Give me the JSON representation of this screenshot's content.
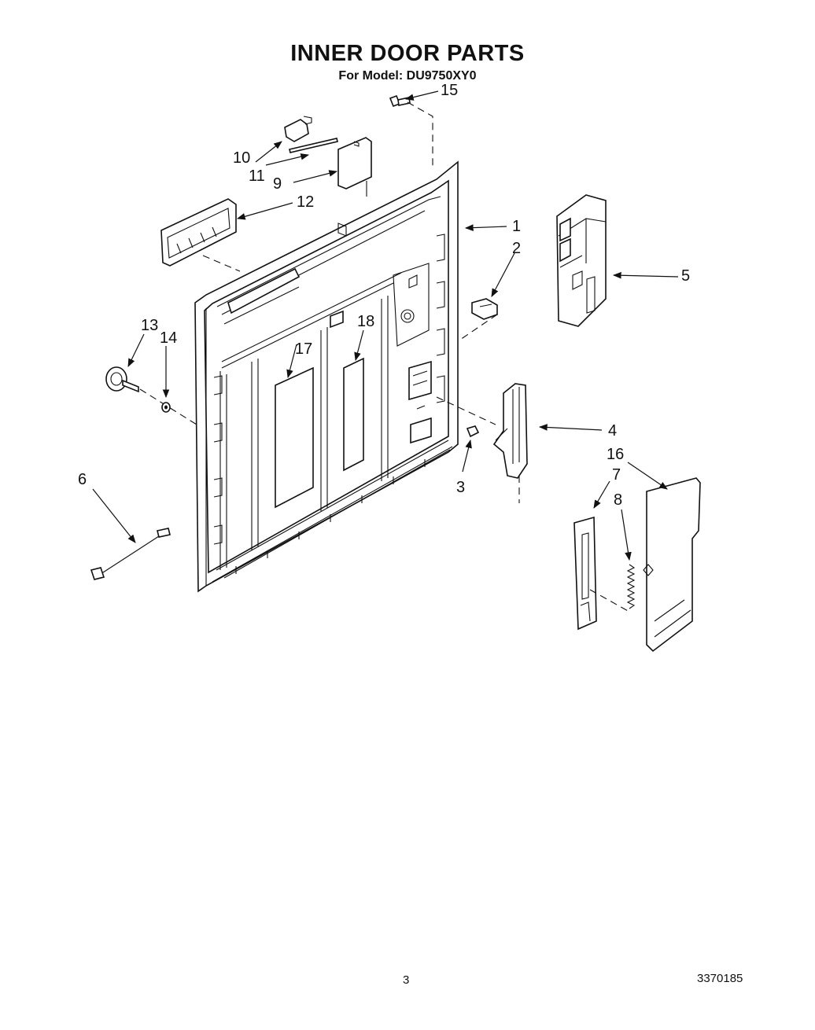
{
  "title": "INNER DOOR PARTS",
  "subtitle": "For Model: DU9750XY0",
  "page_number": "3",
  "document_number": "3370185",
  "callouts": [
    "1",
    "2",
    "3",
    "4",
    "5",
    "6",
    "7",
    "8",
    "9",
    "10",
    "11",
    "12",
    "13",
    "14",
    "15",
    "16",
    "17",
    "18"
  ]
}
